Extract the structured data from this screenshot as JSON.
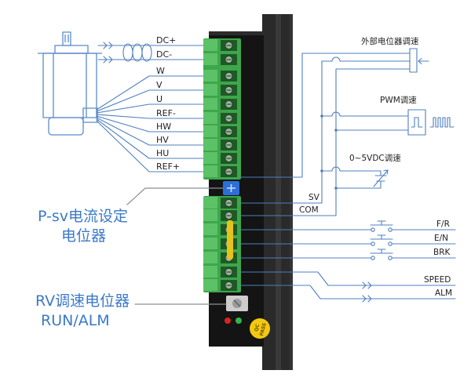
{
  "colors": {
    "line": "#4f7fbf",
    "pointer": "#8a8f99",
    "text": "#1e1e1e",
    "label_blue": "#3a79c8",
    "motor": "#5a8bcb",
    "terminal_green": "#3ea64b",
    "terminal_tab": "#5cc267",
    "terminal_hole": "#1d5a25",
    "body": "#141414",
    "heatsink": "#2a2a2a",
    "potentiometer": "#2d6fd8",
    "wire_yellow": "#e7c21b",
    "led_red": "#d7261d",
    "led_green": "#2fb64a",
    "sticker": "#f2c811"
  },
  "power_and_motor_terminals": {
    "dc_plus": "DC+",
    "dc_minus": "DC-",
    "w": "W",
    "v": "V",
    "u": "U",
    "ref_minus": "REF-",
    "hw": "HW",
    "hv": "HV",
    "hu": "HU",
    "ref_plus": "REF+"
  },
  "control_terminals": {
    "sv": "SV",
    "com": "COM",
    "fr": "F/R",
    "en": "E/N",
    "brk": "BRK",
    "speed": "SPEED",
    "alm": "ALM"
  },
  "speed_control_methods": {
    "external_pot": "外部电位器调速",
    "pwm": "PWM调速",
    "voltage": "0~5VDC调速"
  },
  "callouts": {
    "psv_line1": "P-sv电流设定",
    "psv_line2": "电位器",
    "rv_line1": "RV调速电位器",
    "rv_line2": "RUN/ALM"
  },
  "sticker": {
    "line1": "QC",
    "line2": "PASS"
  }
}
